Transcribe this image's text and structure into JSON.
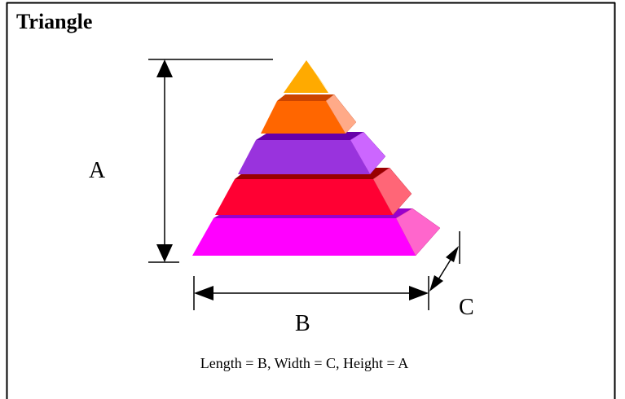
{
  "title": "Triangle",
  "dimension_labels": {
    "height": "A",
    "length": "B",
    "width": "C"
  },
  "caption": "Length = B, Width = C, Height = A",
  "layers": [
    {
      "name": "base-layer",
      "front_color": "#ff00ff",
      "side_color": "#ff66cc",
      "top_color": "#9900cc"
    },
    {
      "name": "second-layer",
      "front_color": "#ff0033",
      "side_color": "#ff6677",
      "top_color": "#990000"
    },
    {
      "name": "third-layer",
      "front_color": "#9933dd",
      "side_color": "#cc66ff",
      "top_color": "#6600aa"
    },
    {
      "name": "fourth-layer",
      "front_color": "#ff6600",
      "side_color": "#ffaa88",
      "top_color": "#cc4400"
    },
    {
      "name": "apex-layer",
      "front_color": "#ffaa00",
      "side_color": "#ffcc33",
      "top_color": "#dd8800"
    }
  ]
}
